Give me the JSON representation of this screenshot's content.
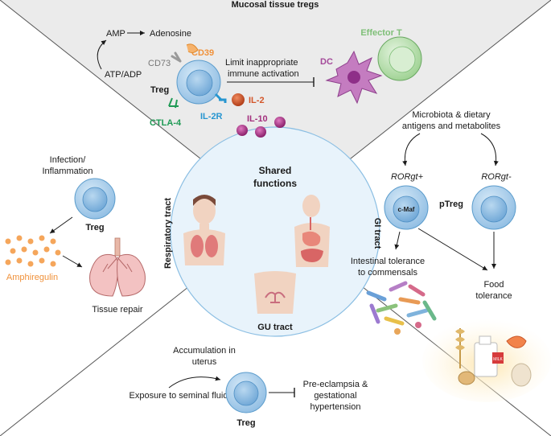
{
  "title": "Mucosal tissue tregs",
  "shared": {
    "line1": "Shared",
    "line2": "functions"
  },
  "sections": {
    "respiratory": "Respiratory tract",
    "gi": "GI tract",
    "gu": "GU tract"
  },
  "top": {
    "amp": "AMP",
    "adenosine": "Adenosine",
    "atp_adp": "ATP/ADP",
    "cd73": "CD73",
    "cd39": "CD39",
    "treg": "Treg",
    "ctla4": "CTLA-4",
    "il2r": "IL-2R",
    "il2": "IL-2",
    "il10": "IL-10",
    "limit_line1": "Limit inappropriate",
    "limit_line2": "immune activation",
    "dc": "DC",
    "effector_t": "Effector T"
  },
  "respiratory": {
    "infection_line1": "Infection/",
    "infection_line2": "Inflammation",
    "treg": "Treg",
    "amphiregulin": "Amphiregulin",
    "tissue_repair": "Tissue repair"
  },
  "gi": {
    "microbiota_line1": "Microbiota & dietary",
    "microbiota_line2": "antigens and metabolites",
    "rorgt_pos": "RORgt+",
    "rorgt_neg": "RORgt-",
    "cmaf": "c-Maf",
    "ptreg": "pTreg",
    "intestinal_line1": "Intestinal tolerance",
    "intestinal_line2": "to commensals",
    "food_line1": "Food",
    "food_line2": "tolerance",
    "milk": "MILK"
  },
  "gu": {
    "accumulation_line1": "Accumulation in",
    "accumulation_line2": "uterus",
    "exposure": "Exposure to seminal fluid",
    "treg": "Treg",
    "preeclampsia_line1": "Pre-eclampsia &",
    "preeclampsia_line2": "gestational",
    "preeclampsia_line3": "hypertension"
  },
  "colors": {
    "top_bg": "#e8e8e8",
    "cell_fill": "#a9cde9",
    "cell_stroke": "#5b9ccc",
    "nucleus_fill": "#7fb3dc",
    "cd39": "#f0913a",
    "il2": "#d4562a",
    "il10": "#a3307e",
    "ctla4": "#1f9a55",
    "il2r": "#2796d0",
    "dc": "#a44a9a",
    "effector_t": "#7fbf78",
    "amphiregulin": "#f0913a"
  }
}
